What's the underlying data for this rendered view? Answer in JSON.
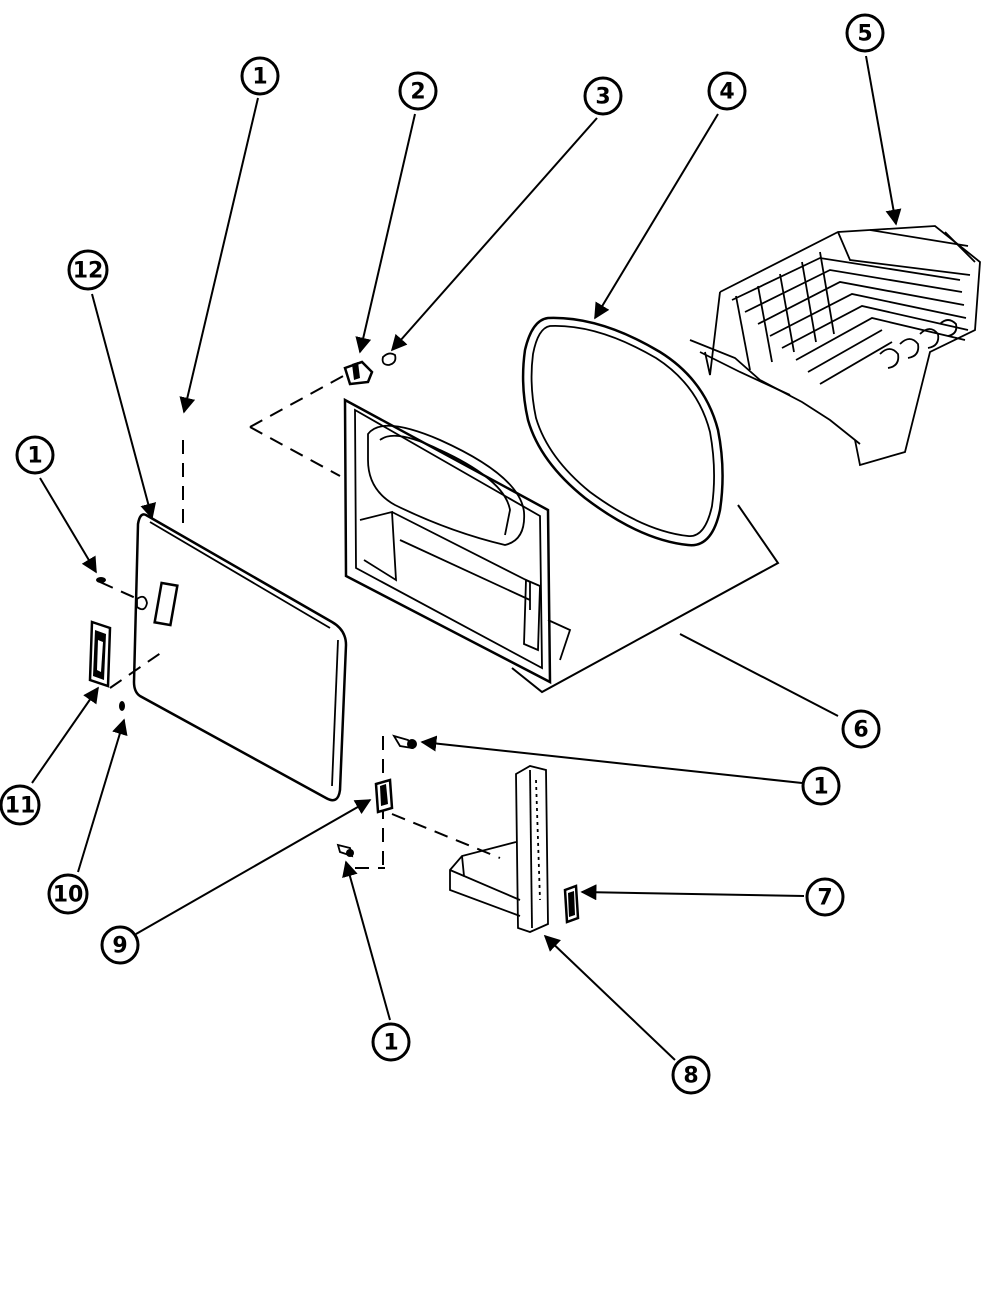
{
  "callouts": [
    {
      "id": "c1a",
      "label": "1",
      "part": "screw"
    },
    {
      "id": "c2",
      "label": "2",
      "part": "hinge-bracket"
    },
    {
      "id": "c3",
      "label": "3",
      "part": "screw"
    },
    {
      "id": "c4",
      "label": "4",
      "part": "door-gasket"
    },
    {
      "id": "c5",
      "label": "5",
      "part": "drying-rack"
    },
    {
      "id": "c12",
      "label": "12",
      "part": "door-panel"
    },
    {
      "id": "c1b",
      "label": "1",
      "part": "screw"
    },
    {
      "id": "c6",
      "label": "6",
      "part": "inner-door-assembly"
    },
    {
      "id": "c1c",
      "label": "1",
      "part": "screw"
    },
    {
      "id": "c11",
      "label": "11",
      "part": "door-handle"
    },
    {
      "id": "c10",
      "label": "10",
      "part": "handle-screw"
    },
    {
      "id": "c7",
      "label": "7",
      "part": "strike"
    },
    {
      "id": "c9",
      "label": "9",
      "part": "door-catch"
    },
    {
      "id": "c8",
      "label": "8",
      "part": "hinge"
    },
    {
      "id": "c1d",
      "label": "1",
      "part": "screw"
    }
  ]
}
